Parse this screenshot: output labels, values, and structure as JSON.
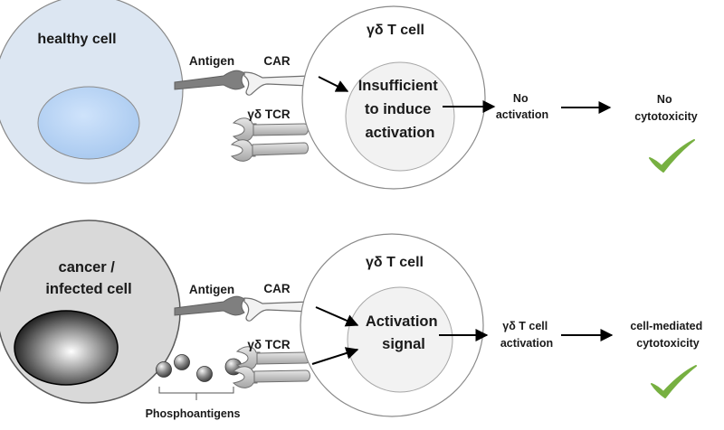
{
  "top": {
    "target_cell_label": "healthy cell",
    "antigen_label": "Antigen",
    "car_label": "CAR",
    "tcr_label": "γδ TCR",
    "t_cell_label": "γδ T cell",
    "signal_lines": [
      "Insufficient",
      "to induce",
      "activation"
    ],
    "outcome1_lines": [
      "No",
      "activation"
    ],
    "outcome2_lines": [
      "No",
      "cytotoxicity"
    ]
  },
  "bottom": {
    "target_cell_lines": [
      "cancer /",
      "infected cell"
    ],
    "antigen_label": "Antigen",
    "car_label": "CAR",
    "tcr_label": "γδ TCR",
    "t_cell_label": "γδ T cell",
    "signal_lines": [
      "Activation",
      "signal"
    ],
    "outcome1_lines": [
      "γδ T cell",
      "activation"
    ],
    "outcome2_lines": [
      "cell-mediated",
      "cytotoxicity"
    ],
    "phosphoantigens_label": "Phosphoantigens"
  },
  "colors": {
    "healthy_cell_fill": "#dce6f2",
    "checkmark": "#77b041",
    "antigen": "#7f7f7f",
    "inner_cell": "#f2f2f2"
  }
}
